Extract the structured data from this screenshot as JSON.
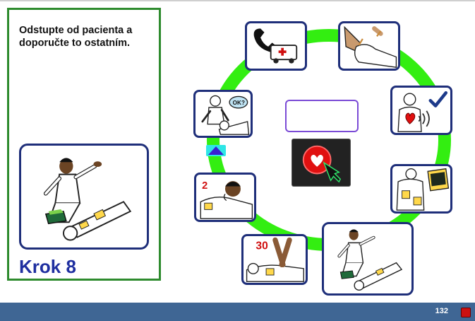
{
  "instruction": {
    "text": "Odstupte od pacienta  a\ndoporučte to ostatním."
  },
  "step": {
    "label": "Krok 8"
  },
  "cards": {
    "cpr_count": "30",
    "breath_count": "2",
    "ok_bubble": "OK?"
  },
  "footer": {
    "page_number": "132"
  },
  "colors": {
    "ring": "#33ee11",
    "card_border": "#1f2f7a",
    "panel_border": "#2e8b2e",
    "step_label": "#1f2fa0",
    "footer": "#3f6694",
    "stop": "#cc1111"
  },
  "icons": {
    "phone_ambulance": "phone-ambulance-icon",
    "airway": "open-airway-icon",
    "check_breathing": "check-breathing-icon",
    "aed_pads": "aed-pads-icon",
    "stand_clear": "stand-clear-icon",
    "compressions": "chest-compressions-icon",
    "rescue_breaths": "rescue-breaths-icon",
    "check_response": "check-response-icon",
    "aed_shock": "aed-shock-button-icon",
    "nav_up": "nav-up-arrow-icon",
    "stop": "stop-icon"
  }
}
